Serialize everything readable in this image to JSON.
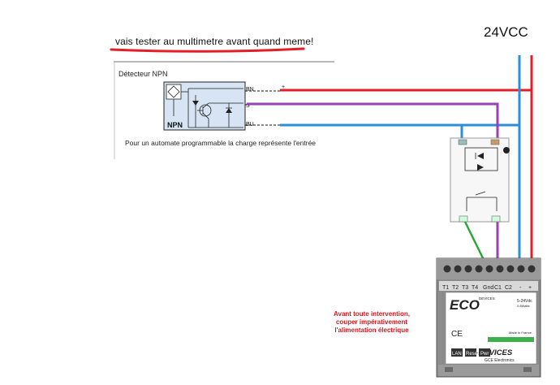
{
  "caption": "vais tester au multimetre avant quand meme!",
  "supply_label": "24VCC",
  "sensor": {
    "title": "Détecteur NPN",
    "type_label": "NPN",
    "pins": [
      "BN",
      "S",
      "BU"
    ],
    "signs": [
      "+",
      "-"
    ],
    "note": "Pour un automate programmable la charge représente l'entrée"
  },
  "module": {
    "terminals": [
      "T1",
      "T2",
      "T3",
      "T4",
      "Gnd",
      "C1",
      "C2",
      "-",
      "+"
    ],
    "brand": "ECO",
    "brand_sub": "DEVICES",
    "voltage": "5-24Vdc",
    "voltage_sub": "0.6Watts",
    "ce": "CE",
    "made_in": "Made in France",
    "maker": "X-DEVICES",
    "maker_sub": "GCE Electronics",
    "buttons": [
      "LAN",
      "Reset",
      "Pwr"
    ]
  },
  "warning": [
    "Avant toute intervention,",
    "couper impérativement",
    "l'alimentation électrique"
  ],
  "colors": {
    "red": "#e41e26",
    "blue": "#2a8fd8",
    "purple": "#9b3fb5",
    "green": "#2aa63a"
  }
}
